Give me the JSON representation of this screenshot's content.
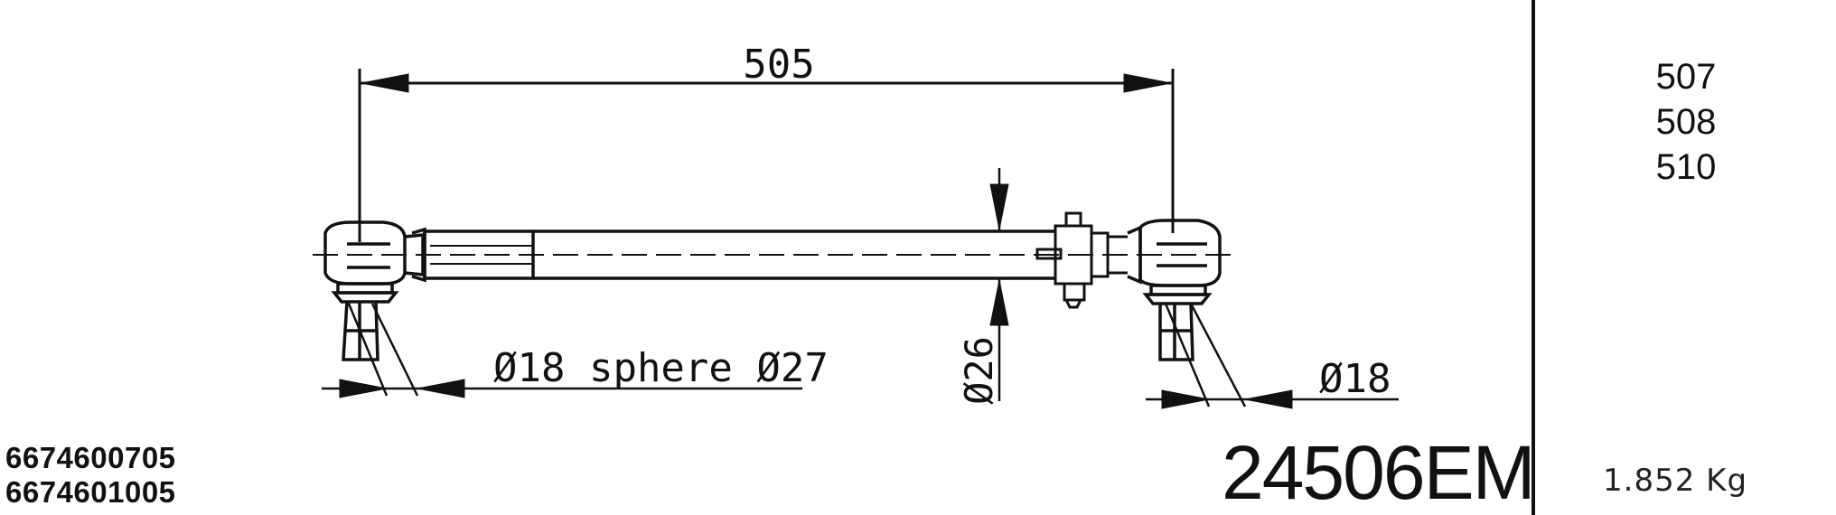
{
  "drawing": {
    "overall_length_label": "505",
    "left_dim_label": "Ø18 sphere Ø27",
    "tube_diameter_label": "Ø26",
    "right_dim_label": "Ø18"
  },
  "oem_numbers": [
    "6674600705",
    "6674601005"
  ],
  "part_number": "24506EM",
  "variants": [
    "507",
    "508",
    "510"
  ],
  "weight": "1.852 Kg"
}
